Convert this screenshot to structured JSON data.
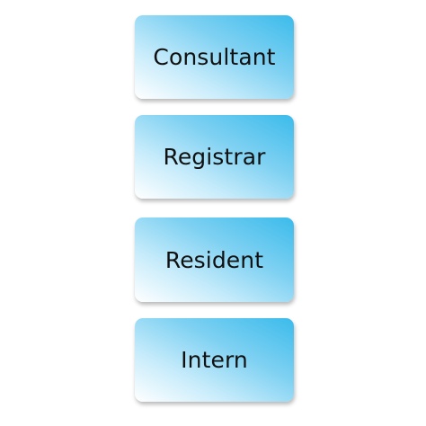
{
  "hierarchy": {
    "levels": [
      {
        "label": "Consultant"
      },
      {
        "label": "Registrar"
      },
      {
        "label": "Resident"
      },
      {
        "label": "Intern"
      }
    ]
  },
  "colors": {
    "box_gradient_start": "#ffffff",
    "box_gradient_end": "#3bbbeb",
    "text": "#111111",
    "background": "#ffffff"
  }
}
